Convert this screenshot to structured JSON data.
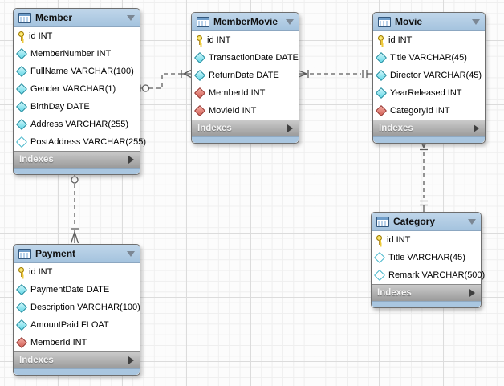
{
  "diagram": {
    "kind": "EER diagram",
    "accent_header_color": "#a4c3de",
    "footer_color": "#9a9a9a",
    "connector_color": "#5c5c5c"
  },
  "tables": [
    {
      "name": "Member",
      "footer_label": "Indexes",
      "columns": [
        {
          "label": "id INT",
          "icon": "primary-key"
        },
        {
          "label": "MemberNumber INT",
          "icon": "column-notnull"
        },
        {
          "label": "FullName VARCHAR(100)",
          "icon": "column-notnull"
        },
        {
          "label": "Gender VARCHAR(1)",
          "icon": "column-notnull"
        },
        {
          "label": "BirthDay DATE",
          "icon": "column-notnull"
        },
        {
          "label": "Address VARCHAR(255)",
          "icon": "column-notnull"
        },
        {
          "label": "PostAddress VARCHAR(255)",
          "icon": "column-nullable"
        }
      ]
    },
    {
      "name": "MemberMovie",
      "footer_label": "Indexes",
      "columns": [
        {
          "label": "id INT",
          "icon": "primary-key"
        },
        {
          "label": "TransactionDate DATE",
          "icon": "column-notnull"
        },
        {
          "label": "ReturnDate DATE",
          "icon": "column-notnull"
        },
        {
          "label": "MemberId INT",
          "icon": "fk-notnull"
        },
        {
          "label": "MovieId INT",
          "icon": "fk-notnull"
        }
      ]
    },
    {
      "name": "Movie",
      "footer_label": "Indexes",
      "columns": [
        {
          "label": "id INT",
          "icon": "primary-key"
        },
        {
          "label": "Title VARCHAR(45)",
          "icon": "column-notnull"
        },
        {
          "label": "Director VARCHAR(45)",
          "icon": "column-notnull"
        },
        {
          "label": "YearReleased INT",
          "icon": "column-notnull"
        },
        {
          "label": "CategoryId INT",
          "icon": "fk-notnull"
        }
      ]
    },
    {
      "name": "Category",
      "footer_label": "Indexes",
      "columns": [
        {
          "label": "id INT",
          "icon": "primary-key"
        },
        {
          "label": "Title VARCHAR(45)",
          "icon": "column-nullable"
        },
        {
          "label": "Remark VARCHAR(500)",
          "icon": "column-nullable"
        }
      ]
    },
    {
      "name": "Payment",
      "footer_label": "Indexes",
      "columns": [
        {
          "label": "id INT",
          "icon": "primary-key"
        },
        {
          "label": "PaymentDate DATE",
          "icon": "column-notnull"
        },
        {
          "label": "Description VARCHAR(100)",
          "icon": "column-notnull"
        },
        {
          "label": "AmountPaid FLOAT",
          "icon": "column-notnull"
        },
        {
          "label": "MemberId INT",
          "icon": "fk-notnull"
        }
      ]
    }
  ],
  "relationships": [
    {
      "from": "Member",
      "to": "MemberMovie",
      "from_cardinality": "zero-or-one",
      "to_cardinality": "one-or-many",
      "line_style": "dashed"
    },
    {
      "from": "MemberMovie",
      "to": "Movie",
      "from_cardinality": "one-or-many",
      "to_cardinality": "exactly-one",
      "line_style": "dashed"
    },
    {
      "from": "Movie",
      "to": "Category",
      "from_cardinality": "one-or-many",
      "to_cardinality": "exactly-one",
      "line_style": "dashed"
    },
    {
      "from": "Member",
      "to": "Payment",
      "from_cardinality": "zero-or-one",
      "to_cardinality": "one-or-many",
      "line_style": "dashed"
    }
  ]
}
